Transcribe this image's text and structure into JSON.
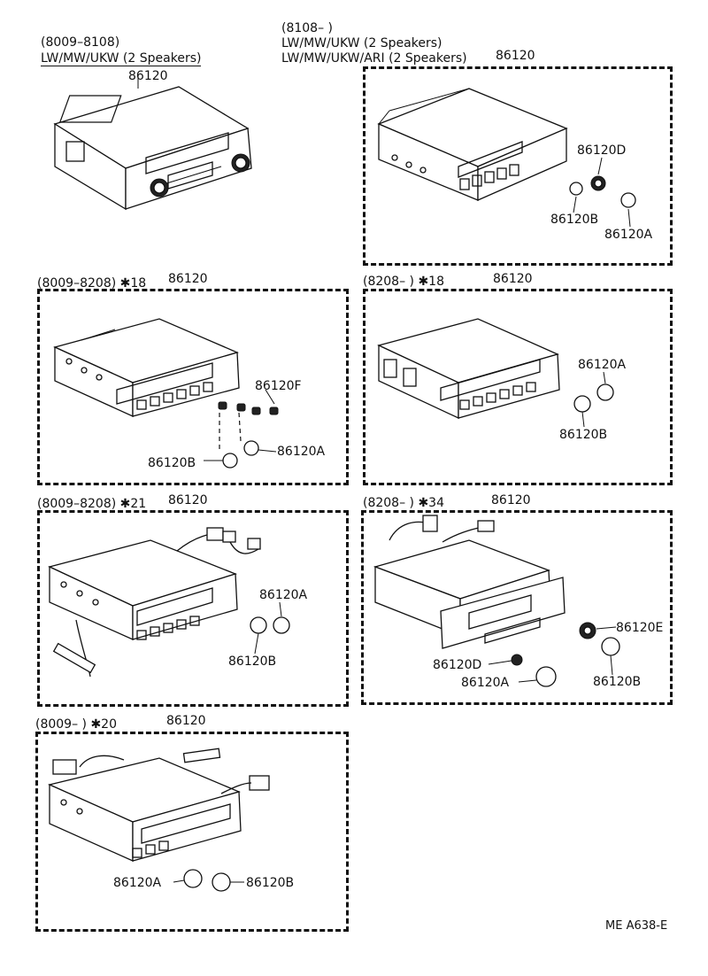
{
  "page": {
    "code": "ME A638-E"
  },
  "panels": [
    {
      "id": "p1",
      "date": "(8009–8108)",
      "variant": "LW/MW/UKW (2 Speakers)",
      "part": "86120"
    },
    {
      "id": "p2",
      "date": "(8108–       )",
      "variant1": "LW/MW/UKW (2 Speakers)",
      "variant2": "LW/MW/UKW/ARI (2 Speakers)",
      "part": "86120",
      "labels": [
        "86120D",
        "86120B",
        "86120A"
      ]
    },
    {
      "id": "p3",
      "date": "(8009–8208) ✱18",
      "part": "86120",
      "labels": [
        "86120F",
        "86120B",
        "86120A"
      ]
    },
    {
      "id": "p4",
      "date": "(8208–       ) ✱18",
      "part": "86120",
      "labels": [
        "86120A",
        "86120B"
      ]
    },
    {
      "id": "p5",
      "date": "(8009–8208) ✱21",
      "part": "86120",
      "labels": [
        "86120A",
        "86120B"
      ]
    },
    {
      "id": "p6",
      "date": "(8208–       ) ✱34",
      "part": "86120",
      "labels": [
        "86120E",
        "86120D",
        "86120A",
        "86120B"
      ]
    },
    {
      "id": "p7",
      "date": "(8009–       ) ✱20",
      "part": "86120",
      "labels": [
        "86120A",
        "86120B"
      ]
    }
  ]
}
